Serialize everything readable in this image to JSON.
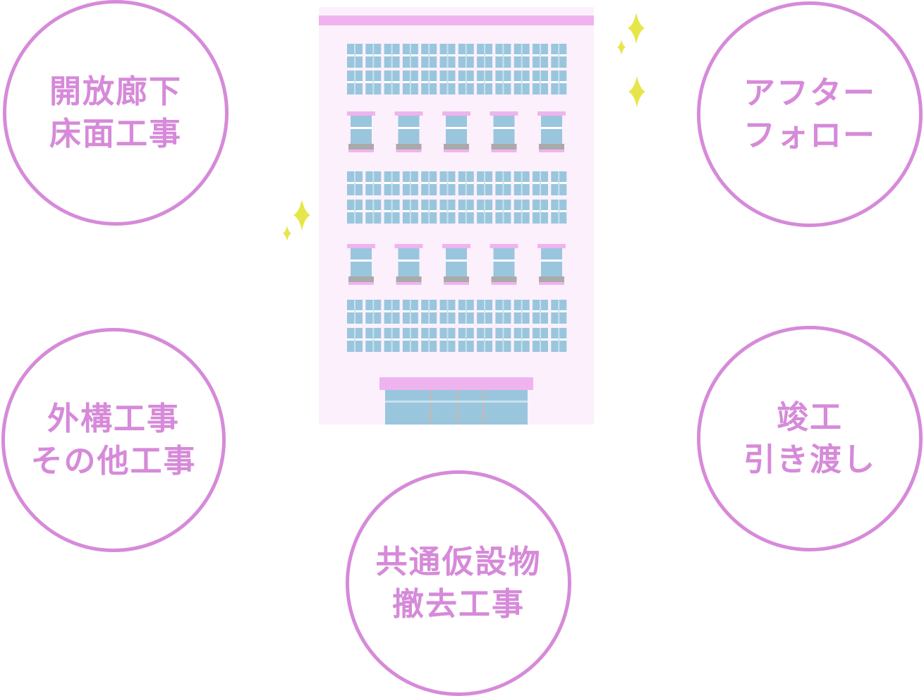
{
  "steps": [
    {
      "id": "c1",
      "lines": [
        "開放廊下",
        "床面工事"
      ]
    },
    {
      "id": "c2",
      "lines": [
        "アフター",
        "フォロー"
      ]
    },
    {
      "id": "c3",
      "lines": [
        "外構工事",
        "その他工事"
      ]
    },
    {
      "id": "c4",
      "lines": [
        "竣工",
        "引き渡し"
      ]
    },
    {
      "id": "c5",
      "lines": [
        "共通仮設物",
        "撤去工事"
      ]
    }
  ],
  "colors": {
    "circle_border": "#d68ad9",
    "circle_text": "#d68ad9",
    "building_body": "#fcf0fc",
    "building_accent": "#efb4ef",
    "window": "#9ac6dd",
    "sparkle": "#e6e64a"
  },
  "illustration": {
    "subject": "building-icon",
    "decorations": "sparkle-icon"
  }
}
